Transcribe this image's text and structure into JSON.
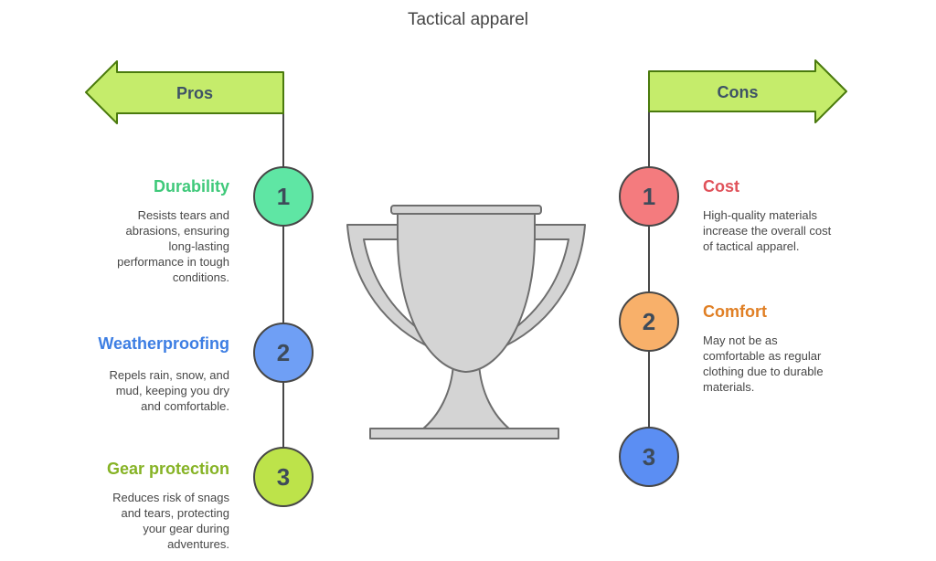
{
  "title": "Tactical apparel",
  "pros": {
    "label": "Pros",
    "items": [
      {
        "number": "1",
        "heading": "Durability",
        "lines": [
          "Resists tears and",
          "abrasions, ensuring",
          "long-lasting",
          "performance in tough",
          "conditions."
        ]
      },
      {
        "number": "2",
        "heading": "Weatherproofing",
        "lines": [
          "Repels rain, snow, and",
          "mud, keeping you dry",
          "and comfortable."
        ]
      },
      {
        "number": "3",
        "heading": "Gear protection",
        "lines": [
          "Reduces risk of snags",
          "and tears, protecting",
          "your gear during",
          "adventures."
        ]
      }
    ]
  },
  "cons": {
    "label": "Cons",
    "items": [
      {
        "number": "1",
        "heading": "Cost",
        "lines": [
          "High-quality materials",
          "increase the overall cost",
          "of tactical apparel."
        ]
      },
      {
        "number": "2",
        "heading": "Comfort",
        "lines": [
          "May not be as",
          "comfortable as regular",
          "clothing due to durable",
          "materials."
        ]
      },
      {
        "number": "3"
      }
    ]
  },
  "colors": {
    "arrow_fill": "#c5ec6b",
    "arrow_stroke": "#4a7a0d",
    "line": "#474747",
    "trophy_fill": "#d4d4d4",
    "trophy_stroke": "#6e6e6e",
    "pro1": "#5fe6a4",
    "pro1_text": "#3fc97a",
    "pro2": "#6f9ff5",
    "pro2_text": "#3d7ee3",
    "pro3": "#bde34a",
    "pro3_text": "#86b325",
    "con1": "#f47b7e",
    "con1_text": "#e0525a",
    "con2": "#f8b06a",
    "con2_text": "#e07f24",
    "con3": "#5b8ef3"
  },
  "icons": {
    "trophy": "trophy-icon"
  }
}
